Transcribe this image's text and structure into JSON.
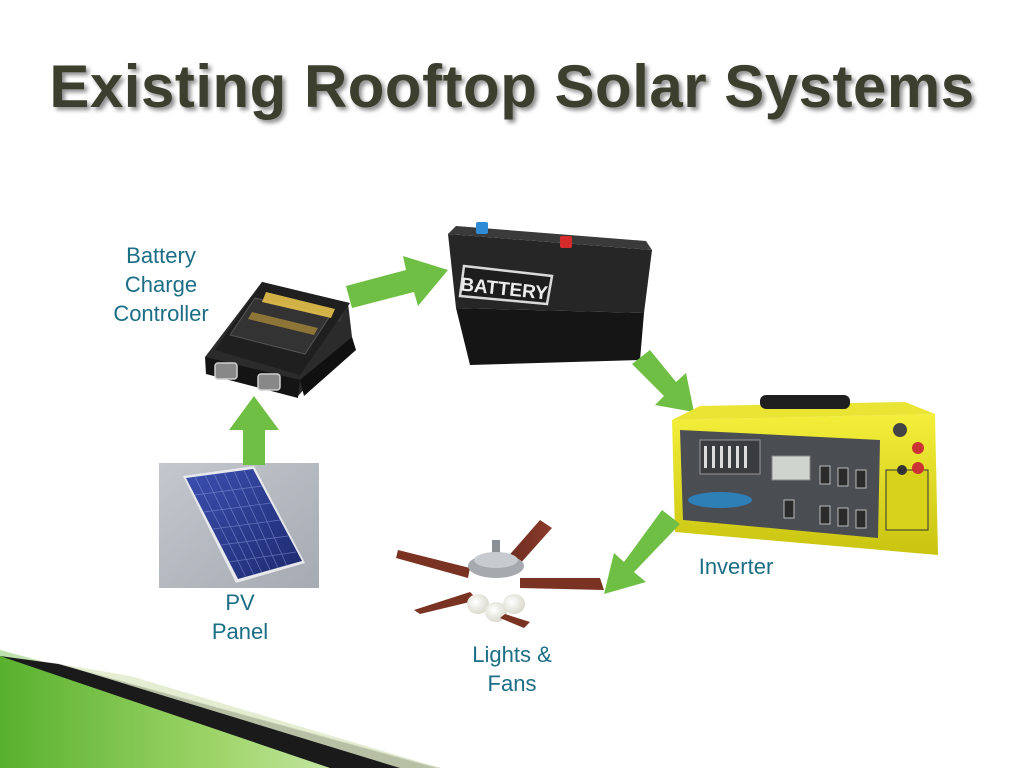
{
  "slide": {
    "title": "Existing Rooftop Solar Systems"
  },
  "components": {
    "charge_controller": {
      "lines": [
        "Battery",
        "Charge",
        "Controller"
      ]
    },
    "battery": {
      "printed_text": "BATTERY"
    },
    "pv_panel": {
      "lines": [
        "PV",
        "Panel"
      ]
    },
    "inverter": {
      "label": "Inverter"
    },
    "loads": {
      "lines": [
        "Lights &",
        "Fans"
      ]
    }
  },
  "colors": {
    "title": "#3d3f2e",
    "label": "#1b6e86",
    "arrow": "#6fbf44",
    "accent_green": "#7dc142"
  }
}
